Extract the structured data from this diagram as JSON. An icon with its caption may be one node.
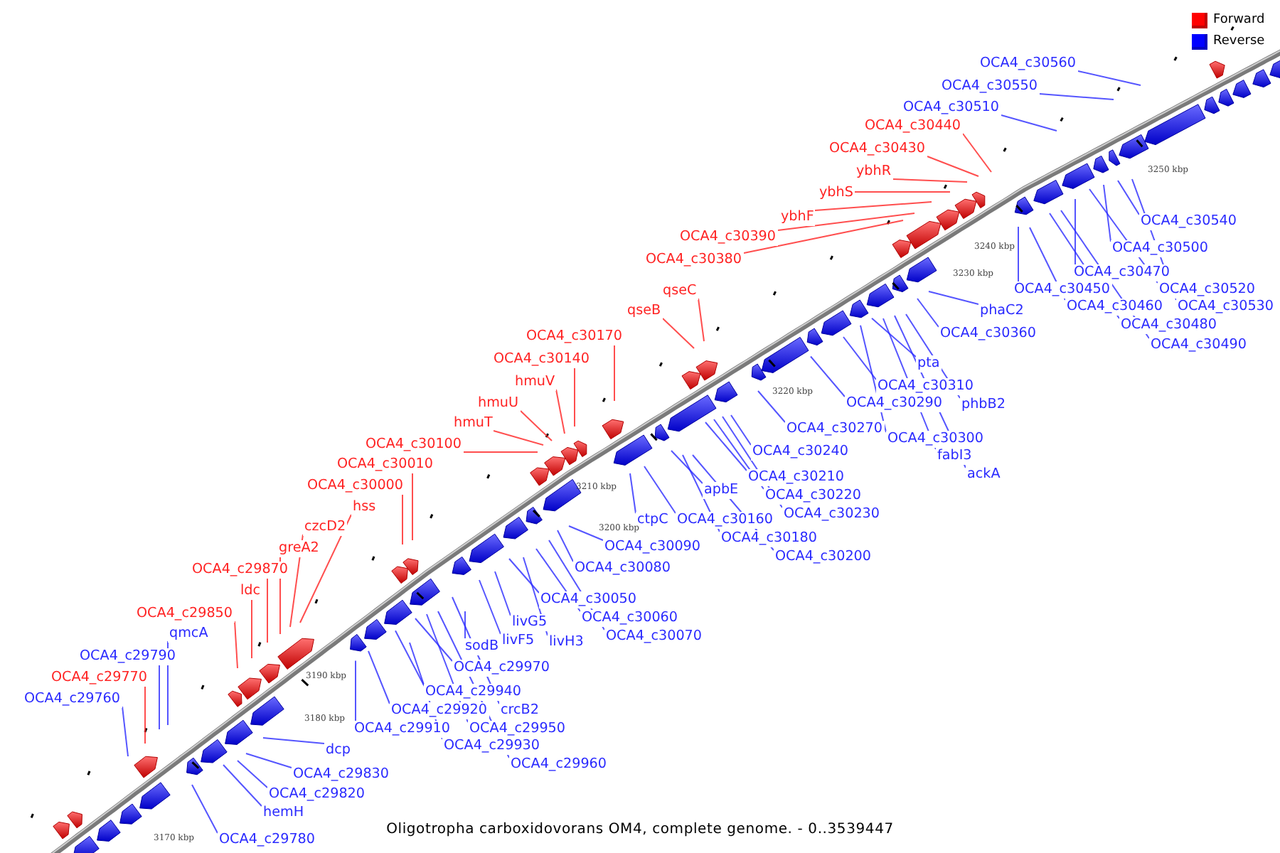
{
  "diagram": {
    "caption": "Oligotropha carboxidovorans OM4, complete genome. - 0..3539447",
    "nodes": [
      {
        "text": [
          "OCA4_c30560"
        ]
      },
      {
        "text": [
          "OCA4_c30550"
        ]
      },
      {
        "text": [
          "OCA4_c30510"
        ]
      },
      {
        "text": [
          "OCA4_c30440"
        ]
      },
      {
        "text": [
          "OCA4_c30430"
        ]
      },
      {
        "text": [
          "ybhR"
        ]
      },
      {
        "text": [
          "ybhS"
        ]
      },
      {
        "text": [
          "ybhF"
        ]
      },
      {
        "text": [
          "OCA4_c30540"
        ]
      },
      {
        "text": [
          "OCA4_c30390"
        ]
      },
      {
        "text": [
          "OCA4_c30500"
        ]
      },
      {
        "text": [
          "OCA4_c30380"
        ]
      },
      {
        "text": [
          "OCA4_c30470"
        ]
      },
      {
        "text": [
          "OCA4_c30450"
        ]
      },
      {
        "text": [
          "OCA4_c30520"
        ]
      },
      {
        "text": [
          "qseC"
        ]
      },
      {
        "text": [
          "OCA4_c30460"
        ]
      },
      {
        "text": [
          "OCA4_c30530"
        ]
      },
      {
        "text": [
          "phaC2"
        ]
      },
      {
        "text": [
          "qseB"
        ]
      },
      {
        "text": [
          "OCA4_c30480"
        ]
      },
      {
        "text": [
          "OCA4_c30360"
        ]
      },
      {
        "text": [
          "OCA4_c30170"
        ]
      },
      {
        "text": [
          "OCA4_c30490"
        ]
      },
      {
        "text": [
          "OCA4_c30140"
        ]
      },
      {
        "text": [
          "pta"
        ]
      },
      {
        "text": [
          "hmuV"
        ]
      },
      {
        "text": [
          "OCA4_c30310"
        ]
      },
      {
        "text": [
          "hmuU"
        ]
      },
      {
        "text": [
          "OCA4_c30290"
        ]
      },
      {
        "text": [
          "phbB2"
        ]
      },
      {
        "text": [
          "hmuT"
        ]
      },
      {
        "text": [
          "OCA4_c30270"
        ]
      },
      {
        "text": [
          "OCA4_c30300"
        ]
      },
      {
        "text": [
          "OCA4_c30100"
        ]
      },
      {
        "text": [
          "OCA4_c30240"
        ]
      },
      {
        "text": [
          "fabI3"
        ]
      },
      {
        "text": [
          "OCA4_c30010"
        ]
      },
      {
        "text": [
          "ackA"
        ]
      },
      {
        "text": [
          "OCA4_c30210"
        ]
      },
      {
        "text": [
          "OCA4_c30000"
        ]
      },
      {
        "text": [
          "apbE"
        ]
      },
      {
        "text": [
          "OCA4_c30220"
        ]
      },
      {
        "text": [
          "hss"
        ]
      },
      {
        "text": [
          "OCA4_c30230"
        ]
      },
      {
        "text": [
          "ctpC"
        ]
      },
      {
        "text": [
          "OCA4_c30160"
        ]
      },
      {
        "text": [
          "czcD2"
        ]
      },
      {
        "text": [
          "OCA4_c30180"
        ]
      },
      {
        "text": [
          "OCA4_c30090"
        ]
      },
      {
        "text": [
          "greA2"
        ]
      },
      {
        "text": [
          "OCA4_c30200"
        ]
      },
      {
        "text": [
          "OCA4_c30080"
        ]
      },
      {
        "text": [
          "OCA4_c29870"
        ]
      },
      {
        "text": [
          "ldc"
        ]
      },
      {
        "text": [
          "OCA4_c30050"
        ]
      },
      {
        "text": [
          "OCA4_c29850"
        ]
      },
      {
        "text": [
          "OCA4_c30060"
        ]
      },
      {
        "text": [
          "livG5"
        ]
      },
      {
        "text": [
          "qmcA"
        ]
      },
      {
        "text": [
          "OCA4_c30070"
        ]
      },
      {
        "text": [
          "livF5"
        ]
      },
      {
        "text": [
          "livH3"
        ]
      },
      {
        "text": [
          "sodB"
        ]
      },
      {
        "text": [
          "OCA4_c29790"
        ]
      },
      {
        "text": [
          "OCA4_c29970"
        ]
      },
      {
        "text": [
          "OCA4_c29770"
        ]
      },
      {
        "text": [
          "OCA4_c29940"
        ]
      },
      {
        "text": [
          "OCA4_c29760"
        ]
      },
      {
        "text": [
          "crcB2"
        ]
      },
      {
        "text": [
          "OCA4_c29920"
        ]
      },
      {
        "text": [
          "OCA4_c29950"
        ]
      },
      {
        "text": [
          "OCA4_c29910"
        ]
      },
      {
        "text": [
          "OCA4_c29930"
        ]
      },
      {
        "text": [
          "dcp"
        ]
      },
      {
        "text": [
          "OCA4_c29960"
        ]
      },
      {
        "text": [
          "OCA4_c29830"
        ]
      },
      {
        "text": [
          "OCA4_c29820"
        ]
      },
      {
        "text": [
          "hemH"
        ]
      },
      {
        "text": [
          "OCA4_c29780"
        ]
      }
    ],
    "edges": [
      {
        "from": 0,
        "to": null,
        "arrow": "none"
      },
      {
        "from": 1,
        "to": null,
        "arrow": "none"
      },
      {
        "from": 2,
        "to": null,
        "arrow": "none"
      },
      {
        "from": 3,
        "to": null,
        "arrow": "none",
        "color": "#ff2222"
      },
      {
        "from": 4,
        "to": null,
        "arrow": "none",
        "color": "#ff2222"
      },
      {
        "from": 5,
        "to": null,
        "arrow": "none",
        "color": "#ff2222"
      },
      {
        "from": 6,
        "to": null,
        "arrow": "none",
        "color": "#ff2222"
      },
      {
        "from": 7,
        "to": null,
        "arrow": "none",
        "color": "#ff2222"
      },
      {
        "from": 8,
        "to": null,
        "arrow": "none"
      },
      {
        "from": 9,
        "to": null,
        "arrow": "none",
        "color": "#ff2222"
      },
      {
        "from": 10,
        "to": null,
        "arrow": "none"
      },
      {
        "from": 11,
        "to": null,
        "arrow": "none",
        "color": "#ff2222"
      },
      {
        "from": 12,
        "to": null,
        "arrow": "none"
      },
      {
        "from": 13,
        "to": null,
        "arrow": "none"
      },
      {
        "from": 14,
        "to": null,
        "arrow": "none"
      },
      {
        "from": 15,
        "to": null,
        "arrow": "none",
        "color": "#ff2222"
      },
      {
        "from": 16,
        "to": null,
        "arrow": "none"
      },
      {
        "from": 17,
        "to": null,
        "arrow": "none"
      },
      {
        "from": 18,
        "to": null,
        "arrow": "none"
      },
      {
        "from": 19,
        "to": null,
        "arrow": "none",
        "color": "#ff2222"
      },
      {
        "from": 20,
        "to": null,
        "arrow": "none"
      },
      {
        "from": 21,
        "to": null,
        "arrow": "none"
      },
      {
        "from": 22,
        "to": null,
        "arrow": "none",
        "color": "#ff2222"
      },
      {
        "from": 23,
        "to": null,
        "arrow": "none"
      },
      {
        "from": 24,
        "to": null,
        "arrow": "none",
        "color": "#ff2222"
      },
      {
        "from": 25,
        "to": null,
        "arrow": "none"
      },
      {
        "from": 26,
        "to": null,
        "arrow": "none",
        "color": "#ff2222"
      },
      {
        "from": 27,
        "to": null,
        "arrow": "none"
      },
      {
        "from": 28,
        "to": null,
        "arrow": "none",
        "color": "#ff2222"
      },
      {
        "from": 29,
        "to": null,
        "arrow": "none"
      },
      {
        "from": 30,
        "to": null,
        "arrow": "none"
      },
      {
        "from": 31,
        "to": null,
        "arrow": "none",
        "color": "#ff2222"
      },
      {
        "from": 32,
        "to": null,
        "arrow": "none"
      },
      {
        "from": 33,
        "to": null,
        "arrow": "none"
      },
      {
        "from": 34,
        "to": null,
        "arrow": "none",
        "color": "#ff2222"
      },
      {
        "from": 35,
        "to": null,
        "arrow": "none"
      },
      {
        "from": 36,
        "to": null,
        "arrow": "none"
      },
      {
        "from": 37,
        "to": null,
        "arrow": "none",
        "color": "#ff2222"
      },
      {
        "from": 38,
        "to": null,
        "arrow": "none"
      },
      {
        "from": 39,
        "to": null,
        "arrow": "none"
      },
      {
        "from": 40,
        "to": null,
        "arrow": "none",
        "color": "#ff2222"
      },
      {
        "from": 41,
        "to": null,
        "arrow": "none"
      },
      {
        "from": 42,
        "to": null,
        "arrow": "none"
      },
      {
        "from": 43,
        "to": null,
        "arrow": "none",
        "color": "#ff2222"
      },
      {
        "from": 44,
        "to": null,
        "arrow": "none"
      },
      {
        "from": 45,
        "to": null,
        "arrow": "none"
      },
      {
        "from": 46,
        "to": null,
        "arrow": "none"
      },
      {
        "from": 47,
        "to": null,
        "arrow": "none",
        "color": "#ff2222"
      },
      {
        "from": 48,
        "to": null,
        "arrow": "none"
      },
      {
        "from": 49,
        "to": null,
        "arrow": "none"
      },
      {
        "from": 50,
        "to": null,
        "arrow": "none",
        "color": "#ff2222"
      },
      {
        "from": 51,
        "to": null,
        "arrow": "none"
      },
      {
        "from": 52,
        "to": null,
        "arrow": "none"
      },
      {
        "from": 53,
        "to": null,
        "arrow": "none",
        "color": "#ff2222"
      },
      {
        "from": 54,
        "to": null,
        "arrow": "none",
        "color": "#ff2222"
      },
      {
        "from": 55,
        "to": null,
        "arrow": "none"
      },
      {
        "from": 56,
        "to": null,
        "arrow": "none",
        "color": "#ff2222"
      },
      {
        "from": 57,
        "to": null,
        "arrow": "none"
      },
      {
        "from": 58,
        "to": null,
        "arrow": "none"
      },
      {
        "from": 59,
        "to": null,
        "arrow": "none"
      },
      {
        "from": 60,
        "to": null,
        "arrow": "none"
      },
      {
        "from": 61,
        "to": null,
        "arrow": "none"
      },
      {
        "from": 62,
        "to": null,
        "arrow": "none"
      },
      {
        "from": 63,
        "to": null,
        "arrow": "none"
      },
      {
        "from": 64,
        "to": null,
        "arrow": "none"
      },
      {
        "from": 65,
        "to": null,
        "arrow": "none"
      },
      {
        "from": 66,
        "to": null,
        "arrow": "none",
        "color": "#ff2222"
      },
      {
        "from": 67,
        "to": null,
        "arrow": "none"
      },
      {
        "from": 68,
        "to": null,
        "arrow": "none"
      },
      {
        "from": 69,
        "to": null,
        "arrow": "none"
      },
      {
        "from": 70,
        "to": null,
        "arrow": "none"
      },
      {
        "from": 71,
        "to": null,
        "arrow": "none"
      },
      {
        "from": 72,
        "to": null,
        "arrow": "none"
      },
      {
        "from": 73,
        "to": null,
        "arrow": "none"
      },
      {
        "from": 74,
        "to": null,
        "arrow": "none"
      },
      {
        "from": 75,
        "to": null,
        "arrow": "none"
      },
      {
        "from": 76,
        "to": null,
        "arrow": "none"
      },
      {
        "from": 77,
        "to": null,
        "arrow": "none"
      },
      {
        "from": 78,
        "to": null,
        "arrow": "none"
      },
      {
        "from": 79,
        "to": null,
        "arrow": "none"
      }
    ],
    "labels": [
      "3170 kbp",
      "3180 kbp",
      "3190 kbp",
      "3200 kbp",
      "3210 kbp",
      "3220 kbp",
      "3230 kbp",
      "3240 kbp",
      "3250 kbp"
    ],
    "legend": [
      {
        "text": "Forward",
        "color": "#ff0000"
      },
      {
        "text": "Reverse",
        "color": "#0000ff"
      }
    ]
  }
}
